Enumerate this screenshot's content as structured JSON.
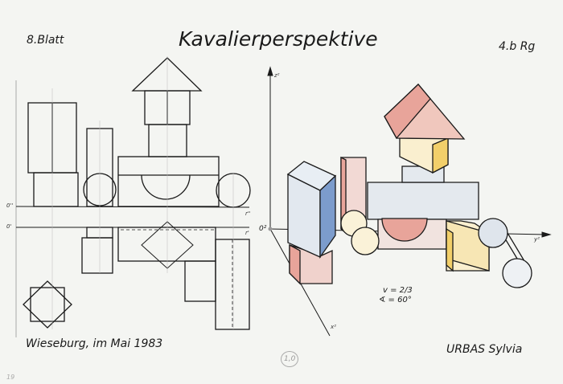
{
  "header": {
    "title": "Kavalierperspektive",
    "sheet": "8.Blatt",
    "class": "4.b Rg"
  },
  "footer": {
    "place_date": "Wieseburg, im Mai 1983",
    "author": "URBAS Sylvia",
    "grade": "1,0",
    "corner_note": "19"
  },
  "orthographic": {
    "front_origin": "0''",
    "top_origin": "0'",
    "front_axis": "r''",
    "top_axis": "r'"
  },
  "cavalier": {
    "origin": "0²",
    "z_axis": "z²",
    "y_axis": "y²",
    "x_axis": "x²",
    "ratio": "v = 2/3",
    "angle": "∢ = 60°"
  },
  "colors": {
    "red": "#e8a49a",
    "blue": "#7c9ccc",
    "yellow": "#f2cf6a",
    "pale_blue": "#d3dde8",
    "ink": "#1a1a1a"
  }
}
